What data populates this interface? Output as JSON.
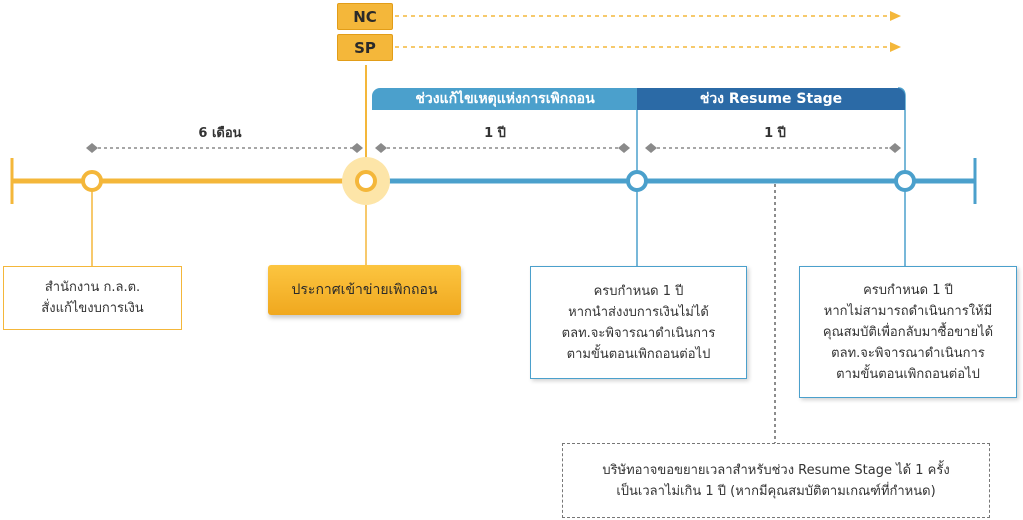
{
  "tags": {
    "nc": "NC",
    "sp": "SP"
  },
  "phases": {
    "fix": "ช่วงแก้ไขเหตุแห่งการเพิกถอน",
    "resume": "ช่วง Resume Stage"
  },
  "durations": {
    "d1": "6 เดือน",
    "d2": "1 ปี",
    "d3": "1 ปี"
  },
  "boxes": {
    "office": [
      "สำนักงาน ก.ล.ต.",
      "สั่งแก้ไขงบการเงิน"
    ],
    "announce": "ประกาศเข้าข่ายเพิกถอน",
    "deadline1": [
      "ครบกำหนด 1 ปี",
      "หากนำส่งงบการเงินไม่ได้",
      "ตลท.จะพิจารณาดำเนินการ",
      "ตามขั้นตอนเพิกถอนต่อไป"
    ],
    "deadline2": [
      "ครบกำหนด 1 ปี",
      "หากไม่สามารถดำเนินการให้มี",
      "คุณสมบัติเพื่อกลับมาซื้อขายได้",
      "ตลท.จะพิจารณาดำเนินการ",
      "ตามขั้นตอนเพิกถอนต่อไป"
    ],
    "extension": [
      "บริษัทอาจขอขยายเวลาสำหรับช่วง Resume Stage ได้ 1 ครั้ง",
      "เป็นเวลาไม่เกิน 1 ปี (หากมีคุณสมบัติตามเกณฑ์ที่กำหนด)"
    ]
  },
  "colors": {
    "orange": "#f4b73a",
    "blue": "#4ba0cc",
    "darkBlue": "#2b6aa6"
  }
}
